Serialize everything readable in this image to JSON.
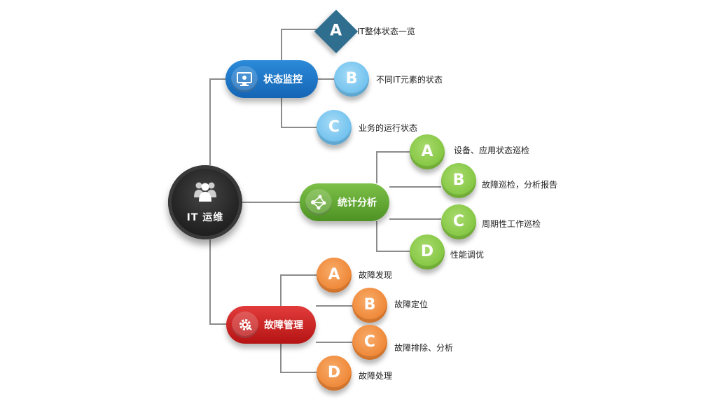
{
  "center": {
    "label": "IT 运维",
    "icon": "people-group-icon"
  },
  "branches": [
    {
      "label": "状态监控",
      "icon": "monitor-icon",
      "color": "#1f78c8",
      "items": [
        {
          "letter": "A",
          "text": "IT整体状态一览"
        },
        {
          "letter": "B",
          "text": "不同IT元素的状态"
        },
        {
          "letter": "C",
          "text": "业务的运行状态"
        }
      ]
    },
    {
      "label": "统计分析",
      "icon": "network-analysis-icon",
      "color": "#64a832",
      "items": [
        {
          "letter": "A",
          "text": "设备、应用状态巡检"
        },
        {
          "letter": "B",
          "text": "故障巡检，分析报告"
        },
        {
          "letter": "C",
          "text": "周期性工作巡检"
        },
        {
          "letter": "D",
          "text": "性能调优"
        }
      ]
    },
    {
      "label": "故障管理",
      "icon": "gear-wrench-icon",
      "color": "#cc2424",
      "items": [
        {
          "letter": "A",
          "text": "故障发现"
        },
        {
          "letter": "B",
          "text": "故障定位"
        },
        {
          "letter": "C",
          "text": "故障排除、分析"
        },
        {
          "letter": "D",
          "text": "故障处理"
        }
      ]
    }
  ]
}
